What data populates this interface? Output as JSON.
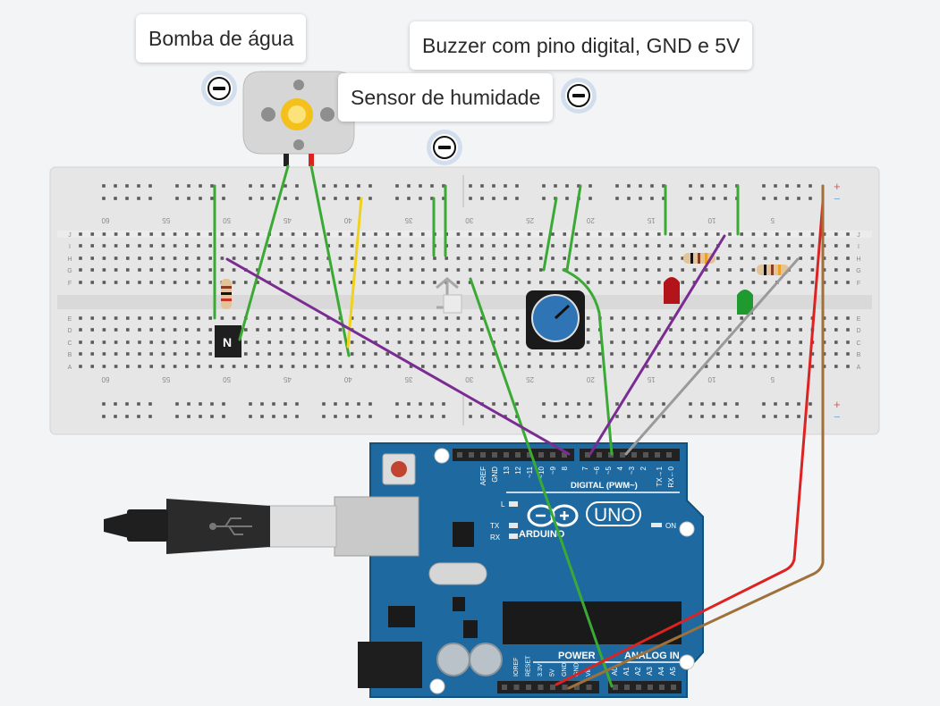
{
  "callouts": {
    "pump": "Bomba de água",
    "sensor": "Sensor de humidade",
    "buzzer": "Buzzer com pino digital, GND e 5V"
  },
  "breadboard": {
    "column_numbers": [
      "60",
      "55",
      "50",
      "45",
      "40",
      "35",
      "30",
      "25",
      "20",
      "15",
      "10",
      "5"
    ],
    "row_letters_top": [
      "J",
      "I",
      "H",
      "G",
      "F"
    ],
    "row_letters_bottom": [
      "E",
      "D",
      "C",
      "B",
      "A"
    ],
    "rail_plus": "+",
    "rail_minus": "−"
  },
  "transistor_label": "N",
  "arduino": {
    "model": "UNO",
    "brand": "ARDUINO",
    "digital_label": "DIGITAL (PWM~)",
    "power_label": "POWER",
    "analog_label": "ANALOG IN",
    "on_label": "ON",
    "l_label": "L",
    "tx_label": "TX",
    "rx_label": "RX",
    "digital_pins": [
      "AREF",
      "GND",
      "13",
      "12",
      "~11",
      "~10",
      "~9",
      "8",
      "7",
      "~6",
      "~5",
      "4",
      "~3",
      "2",
      "TX→1",
      "RX←0"
    ],
    "power_pins": [
      "IOREF",
      "RESET",
      "3.3V",
      "5V",
      "GND",
      "GND",
      "Vin"
    ],
    "analog_pins": [
      "A0",
      "A1",
      "A2",
      "A3",
      "A4",
      "A5"
    ]
  },
  "colors": {
    "board_blue": "#1e6aa0",
    "wire_green": "#3aaa35",
    "wire_purple": "#7a2c93",
    "wire_yellow": "#f1d21b",
    "wire_red": "#dd2222",
    "wire_brown": "#a0703a",
    "wire_gray": "#9a9a9a"
  }
}
